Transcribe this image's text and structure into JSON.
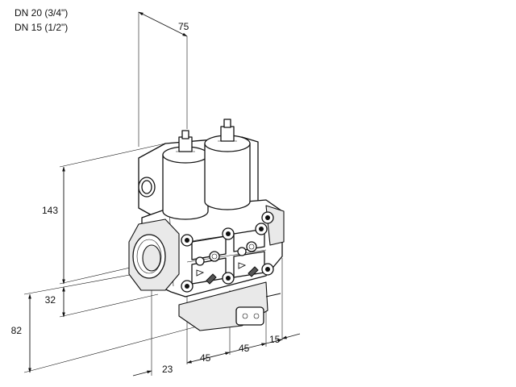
{
  "header": {
    "line1": "DN 20 (3/4\")",
    "line2": "DN 15 (1/2\")"
  },
  "dimensions": {
    "top_width": "75",
    "height_upper": "143",
    "height_inlet": "32",
    "height_total": "82",
    "offset_front": "23",
    "pitch_1": "45",
    "pitch_2": "45",
    "offset_right": "15"
  }
}
